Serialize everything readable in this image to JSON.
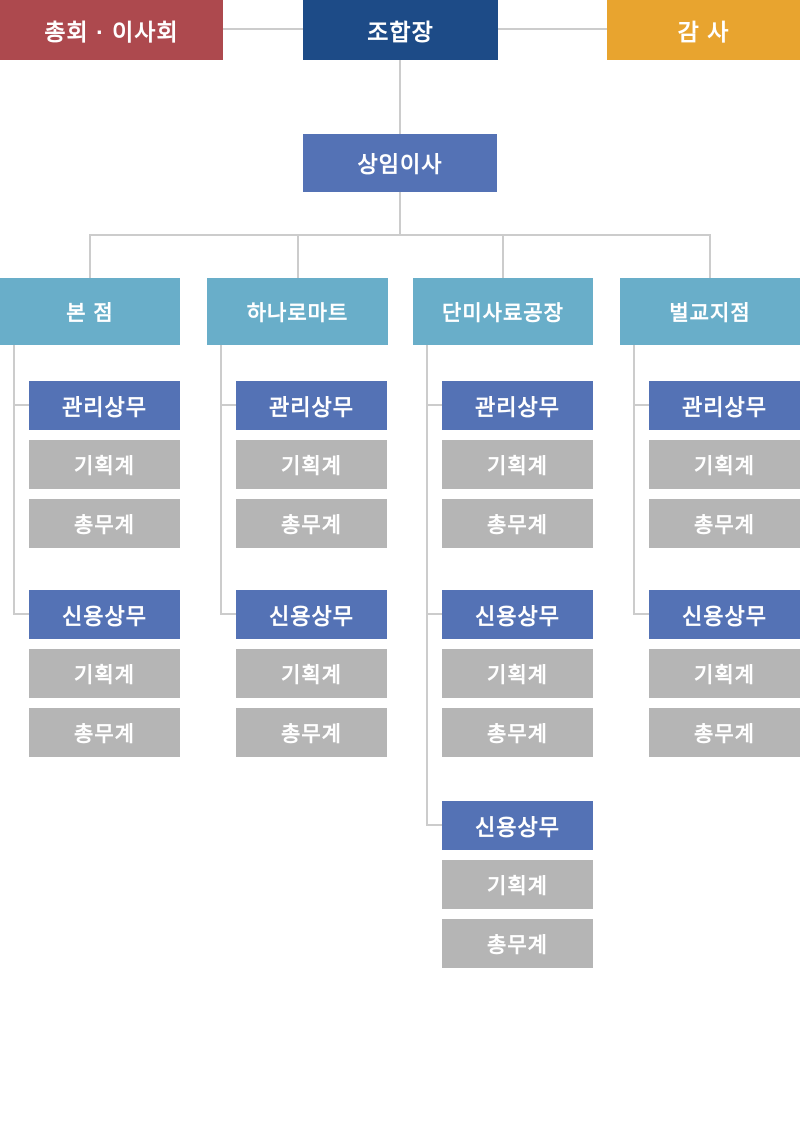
{
  "palette": {
    "red": "#ad494e",
    "navy": "#1d4b87",
    "orange": "#e8a42f",
    "blue": "#5472b5",
    "teal": "#69aec9",
    "gray": "#b5b5b5",
    "line": "#cccccc",
    "text": "#ffffff"
  },
  "top_row": {
    "assembly_label": "총회 · 이사회",
    "chairman_label": "조합장",
    "auditor_label": "감 사"
  },
  "executive_label": "상임이사",
  "branches": [
    {
      "label": "본 점",
      "sections": [
        {
          "head": "관리상무",
          "units": [
            "기획계",
            "총무계"
          ]
        },
        {
          "head": "신용상무",
          "units": [
            "기획계",
            "총무계"
          ]
        }
      ]
    },
    {
      "label": "하나로마트",
      "sections": [
        {
          "head": "관리상무",
          "units": [
            "기획계",
            "총무계"
          ]
        },
        {
          "head": "신용상무",
          "units": [
            "기획계",
            "총무계"
          ]
        }
      ]
    },
    {
      "label": "단미사료공장",
      "sections": [
        {
          "head": "관리상무",
          "units": [
            "기획계",
            "총무계"
          ]
        },
        {
          "head": "신용상무",
          "units": [
            "기획계",
            "총무계"
          ]
        },
        {
          "head": "신용상무",
          "units": [
            "기획계",
            "총무계"
          ]
        }
      ]
    },
    {
      "label": "벌교지점",
      "sections": [
        {
          "head": "관리상무",
          "units": [
            "기획계",
            "총무계"
          ]
        },
        {
          "head": "신용상무",
          "units": [
            "기획계",
            "총무계"
          ]
        }
      ]
    }
  ]
}
